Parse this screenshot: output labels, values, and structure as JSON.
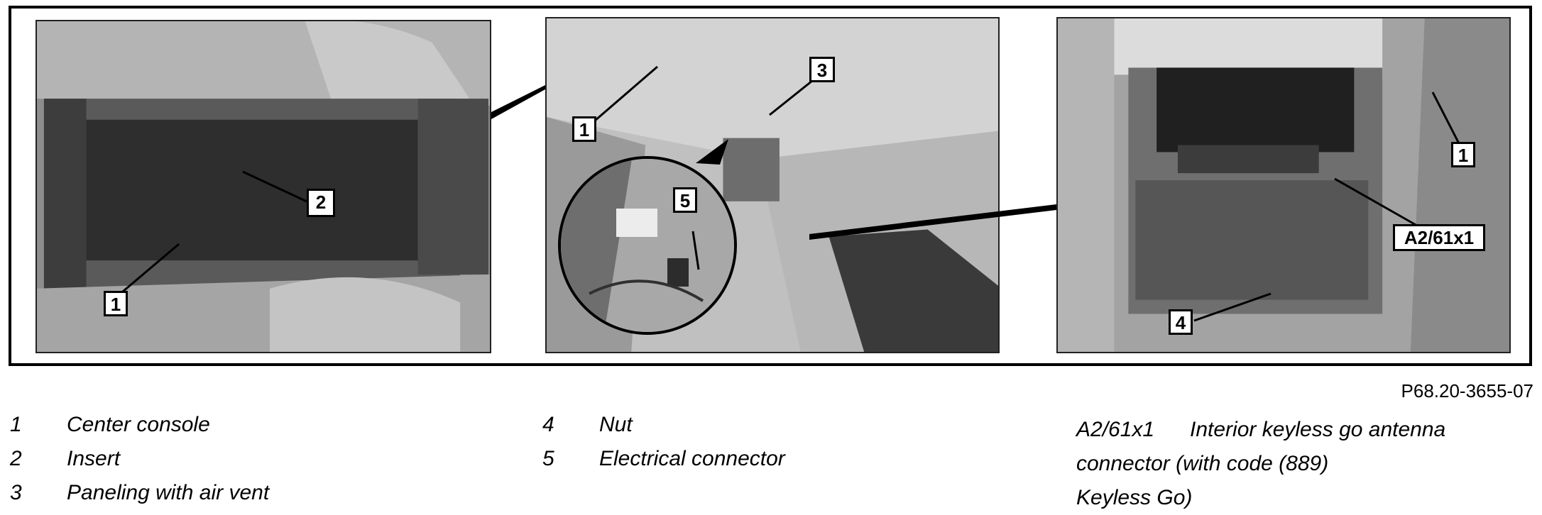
{
  "figure_reference": "P68.20-3655-07",
  "callouts": {
    "p1_1": "1",
    "p1_2": "2",
    "p2_1": "1",
    "p2_3": "3",
    "p2_5": "5",
    "p3_1": "1",
    "p3_4": "4",
    "p3_a2": "A2/61x1"
  },
  "legend": {
    "col1": [
      {
        "num": "1",
        "text": "Center console"
      },
      {
        "num": "2",
        "text": "Insert"
      },
      {
        "num": "3",
        "text": "Paneling with air vent"
      }
    ],
    "col2": [
      {
        "num": "4",
        "text": "Nut"
      },
      {
        "num": "5",
        "text": "Electrical connector"
      }
    ],
    "col3": {
      "code": "A2/61x1",
      "line1": "Interior keyless go antenna",
      "line2": "connector (with code (889)",
      "line3": "Keyless Go)"
    }
  }
}
